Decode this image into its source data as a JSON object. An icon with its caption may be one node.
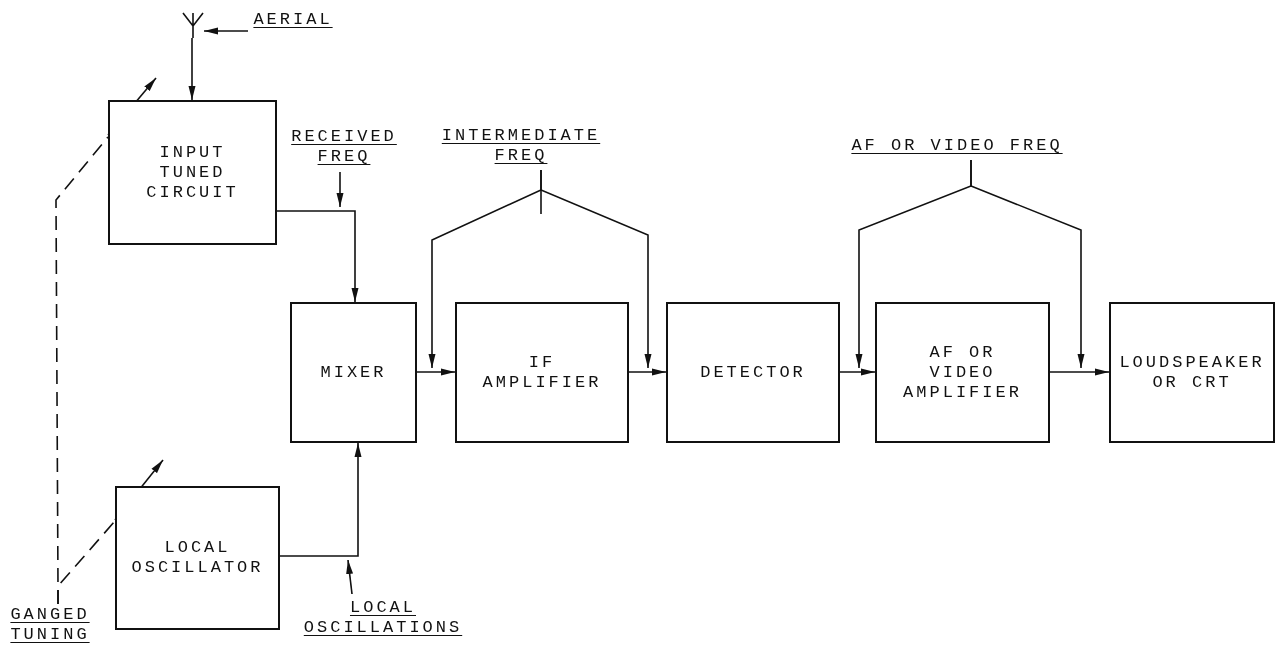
{
  "diagram": {
    "nodes": [
      {
        "text": [],
        "shape": "antenna"
      },
      {
        "text": [
          "AERIAL"
        ]
      },
      {
        "text": [
          "INPUT TUNED CIRCUIT"
        ]
      },
      {
        "text": [
          "RECEIVED FREQ"
        ]
      },
      {
        "text": [
          "INTERMEDIATE FREQ"
        ]
      },
      {
        "text": [
          "AF OR VIDEO FREQ"
        ]
      },
      {
        "text": [
          "MIXER"
        ]
      },
      {
        "text": [
          "IF AMPLIFIER"
        ]
      },
      {
        "text": [
          "DETECTOR"
        ]
      },
      {
        "text": [
          "AF OR VIDEO AMPLIFIER"
        ]
      },
      {
        "text": [
          "LOUDSPEAKER OR CRT"
        ]
      },
      {
        "text": [
          "LOCAL OSCILLATOR"
        ]
      },
      {
        "text": [
          "GANGED TUNING"
        ]
      },
      {
        "text": [
          "LOCAL OSCILLATIONS"
        ]
      }
    ],
    "edges": [
      {
        "from": 0,
        "to": 2,
        "arrow": "to"
      },
      {
        "from": 1,
        "to": 0,
        "arrow": "to"
      },
      {
        "from": 2,
        "to": 6,
        "arrow": "to"
      },
      {
        "from": 11,
        "to": 6,
        "arrow": "to"
      },
      {
        "from": 6,
        "to": 7,
        "arrow": "to"
      },
      {
        "from": 7,
        "to": 8,
        "arrow": "to"
      },
      {
        "from": 8,
        "to": 9,
        "arrow": "to"
      },
      {
        "from": 9,
        "to": 10,
        "arrow": "to"
      },
      {
        "from": 3,
        "to": null,
        "arrow": "to"
      },
      {
        "from": 4,
        "to": 6,
        "arrow": "to"
      },
      {
        "from": 4,
        "to": 7,
        "arrow": "to"
      },
      {
        "from": 5,
        "to": 8,
        "arrow": "to"
      },
      {
        "from": 5,
        "to": 10,
        "arrow": "to"
      },
      {
        "from": 13,
        "to": null,
        "arrow": "to"
      },
      {
        "from": 12,
        "to": 2,
        "arrow": "none",
        "style": "dashed"
      },
      {
        "from": 12,
        "to": 11,
        "arrow": "none",
        "style": "dashed"
      }
    ]
  }
}
